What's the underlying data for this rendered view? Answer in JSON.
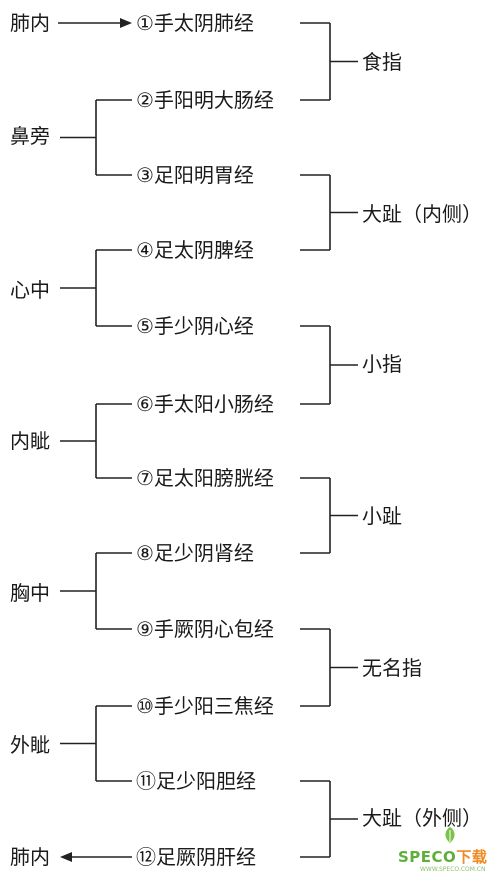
{
  "left_labels": [
    {
      "id": "top",
      "text": "肺内"
    },
    {
      "id": "g1",
      "text": "鼻旁"
    },
    {
      "id": "g2",
      "text": "心中"
    },
    {
      "id": "g3",
      "text": "内眦"
    },
    {
      "id": "g4",
      "text": "胸中"
    },
    {
      "id": "g5",
      "text": "外眦"
    },
    {
      "id": "bottom",
      "text": "肺内"
    }
  ],
  "meridians": [
    "①手太阴肺经",
    "②手阳明大肠经",
    "③足阳明胃经",
    "④足太阴脾经",
    "⑤手少阴心经",
    "⑥手太阳小肠经",
    "⑦足太阳膀胱经",
    "⑧足少阴肾经",
    "⑨手厥阴心包经",
    "⑩手少阳三焦经",
    "⑪足少阳胆经",
    "⑫足厥阴肝经"
  ],
  "extremities": [
    "食指",
    "大趾（内侧）",
    "小指",
    "小趾",
    "无名指",
    "大趾（外侧）"
  ],
  "watermark": {
    "brand": "SPECO",
    "brand_suffix": "下载",
    "small": "WWW.SPECO.COM.CN"
  },
  "colors": {
    "line": "#222222",
    "text": "#1a1a1a",
    "watermark_green": "#5fae3a",
    "watermark_orange": "#f08a24"
  }
}
